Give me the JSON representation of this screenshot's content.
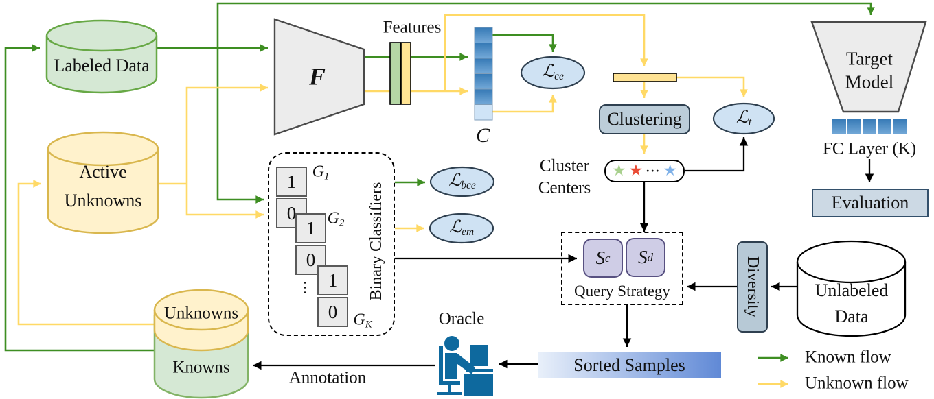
{
  "legend": {
    "known_label": "Known flow",
    "unknown_label": "Unknown flow"
  },
  "datastores": {
    "labeled": "Labeled Data",
    "active_line1": "Active",
    "active_line2": "Unknowns",
    "unknowns": "Unknowns",
    "knowns": "Knowns",
    "unlabeled_line1": "Unlabeled",
    "unlabeled_line2": "Data"
  },
  "extractor": {
    "f": "F",
    "features": "Features",
    "c": "C"
  },
  "losses": {
    "ce_main": "ℒ",
    "ce_sub": "ce",
    "bce_main": "ℒ",
    "bce_sub": "bce",
    "em_main": "ℒ",
    "em_sub": "em",
    "t_main": "ℒ",
    "t_sub": "t"
  },
  "classifiers": {
    "title": "Binary Classifiers",
    "cell1": "1",
    "cell2": "0",
    "cell3": "1",
    "cell4": "0",
    "cell5": "1",
    "cell6": "0",
    "g1_main": "G",
    "g1_sub": "1",
    "g2_main": "G",
    "g2_sub": "2",
    "gk_main": "G",
    "gk_sub": "K",
    "dots": "⋮"
  },
  "clustering": {
    "box": "Clustering",
    "centers_line1": "Cluster",
    "centers_line2": "Centers",
    "star": "★",
    "center_dots": "···"
  },
  "query": {
    "title": "Query Strategy",
    "sc_main": "S",
    "sc_sub": "c",
    "sd_main": "S",
    "sd_sub": "d"
  },
  "diversity": {
    "label": "Diversity"
  },
  "target": {
    "line1": "Target",
    "line2": "Model",
    "fc_label": "FC Layer (K)",
    "evaluation": "Evaluation"
  },
  "pipeline": {
    "sorted": "Sorted Samples",
    "oracle": "Oracle",
    "annotation": "Annotation"
  },
  "colors": {
    "known_flow": "#3e8e22",
    "unknown_flow": "#ffd966",
    "loss_fill": "#cfe2f3",
    "steel_fill": "#bccdd9",
    "purple_fill": "#cfcde6",
    "labeled_fill": "#d5e8d4",
    "unknown_fill": "#fff2cc",
    "blue_cell": "#3d85c6",
    "sorted_gradient_end": "#6089d6",
    "oracle_icon": "#0e699e"
  }
}
